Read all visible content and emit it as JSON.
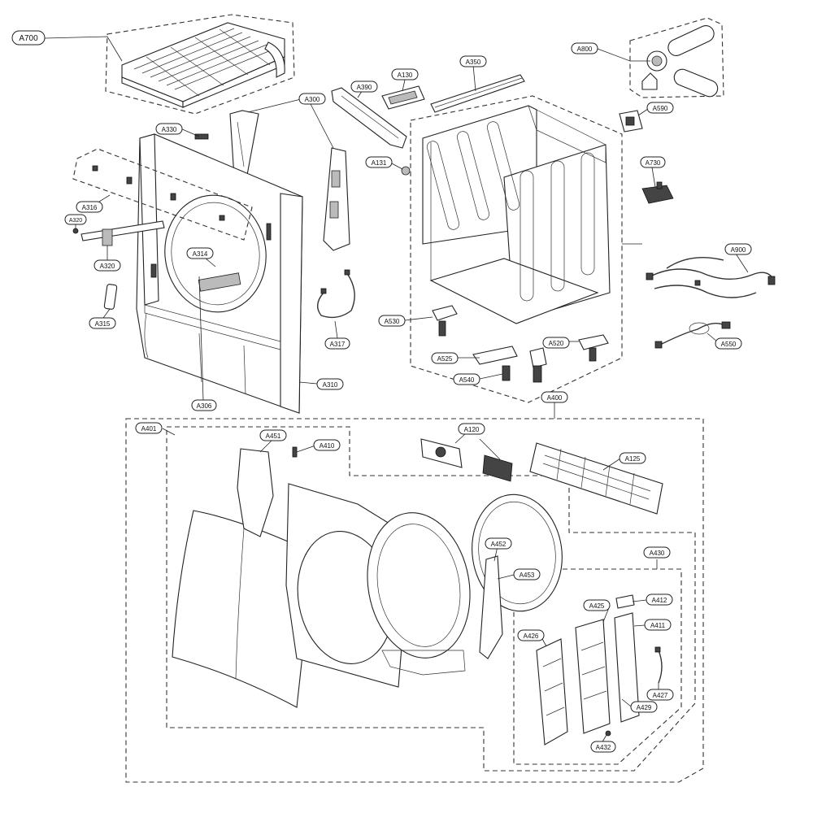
{
  "labels": {
    "a700": "A700",
    "a800": "A800",
    "a390": "A390",
    "a130": "A130",
    "a350": "A350",
    "a300": "A300",
    "a330": "A330",
    "a590": "A590",
    "a131": "A131",
    "a730": "A730",
    "a316": "A316",
    "a320s": "A320",
    "a320": "A320",
    "a314": "A314",
    "a315": "A315",
    "a317": "A317",
    "a306": "A306",
    "a310": "A310",
    "a530": "A530",
    "a525": "A525",
    "a540": "A540",
    "a520": "A520",
    "a900": "A900",
    "a550": "A550",
    "a400": "A400",
    "a401": "A401",
    "a451": "A451",
    "a410": "A410",
    "a120": "A120",
    "a125": "A125",
    "a430": "A430",
    "a452": "A452",
    "a453": "A453",
    "a425": "A425",
    "a412": "A412",
    "a411": "A411",
    "a426": "A426",
    "a427": "A427",
    "a429": "A429",
    "a432": "A432"
  }
}
